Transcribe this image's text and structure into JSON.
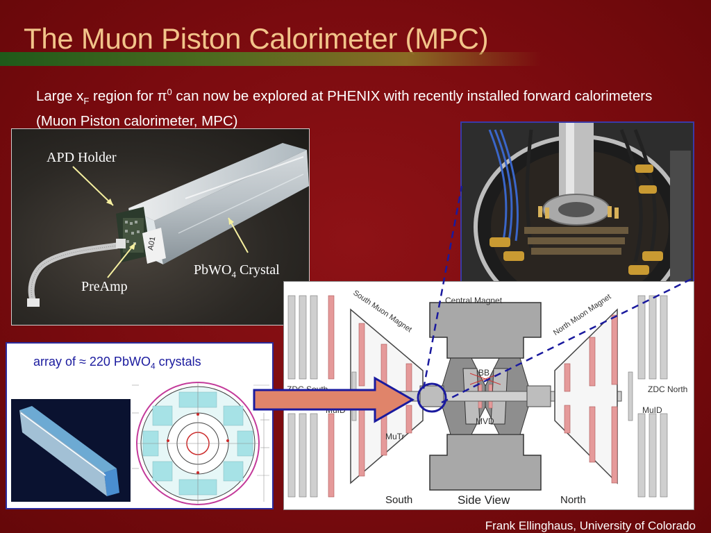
{
  "slide": {
    "title": "The Muon Piston Calorimeter (MPC)",
    "intro_pre": "Large x",
    "intro_sub": "F",
    "intro_mid": " region for π",
    "intro_sup": "0",
    "intro_post": " can now be explored at PHENIX with recently installed forward calorimeters (Muon Piston calorimeter, MPC)",
    "footer": "Frank Ellinghaus, University of Colorado"
  },
  "crystal_photo": {
    "apd_label": "APD Holder",
    "crystal_label_pre": "PbWO",
    "crystal_label_sub": "4",
    "crystal_label_post": " Crystal",
    "preamp_label": "PreAmp",
    "tag_text": "A01"
  },
  "array_panel": {
    "caption_pre": "array of ≈ 220 PbWO",
    "caption_sub": "4",
    "caption_post": " crystals"
  },
  "side_view": {
    "south_magnet": "South Muon Magnet",
    "central_magnet": "Central Magnet",
    "north_magnet": "North Muon Magnet",
    "zdc_south": "ZDC South",
    "zdc_north": "ZDC North",
    "muid_left": "MuID",
    "muid_right": "MuID",
    "bb": "BB",
    "mvd": "MVD",
    "mutr": "MuTr",
    "south": "South",
    "side_view": "Side View",
    "north": "North"
  },
  "colors": {
    "background": "#7a0a0e",
    "title": "#f2c48a",
    "highlight_blue": "#1a1a9e",
    "arrow_fill": "#e0846a"
  }
}
